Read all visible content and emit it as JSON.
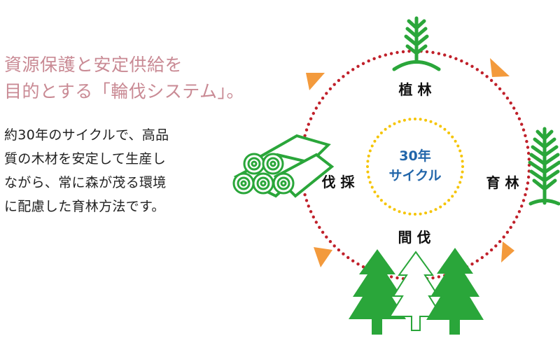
{
  "headline": {
    "line1": "資源保護と安定供給を",
    "line2": "目的とする「輪伐システム」。"
  },
  "description": {
    "line1": "約30年のサイクルで、高品",
    "line2": "質の木材を安定して生産し",
    "line3": "ながら、常に森が茂る環境",
    "line4": "に配慮した育林方法です。"
  },
  "cycle": {
    "center_line1": "30年",
    "center_line2": "サイクル",
    "stages": {
      "planting": "植 林",
      "nurturing": "育 林",
      "thinning": "間 伐",
      "felling": "伐 採"
    }
  },
  "colors": {
    "headline": "#c98a94",
    "outer_dots": "#c0202a",
    "inner_dots": "#f5c400",
    "arrows": "#f39a3c",
    "tree_green": "#2aa63a",
    "center_text": "#2266aa"
  },
  "icons": [
    "sapling-icon",
    "young-tree-icon",
    "forest-icon",
    "log-pile-icon"
  ]
}
